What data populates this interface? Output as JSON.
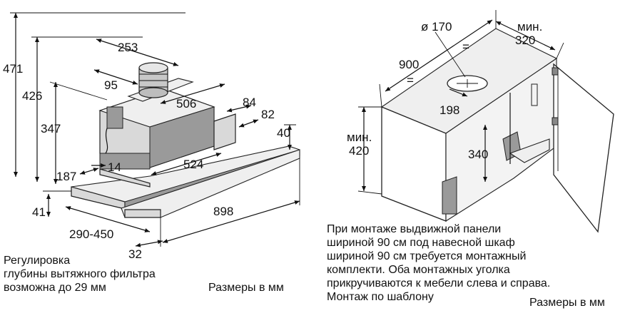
{
  "left": {
    "dims": {
      "d471": "471",
      "d426": "426",
      "d347": "347",
      "d253": "253",
      "d95": "95",
      "d506": "506",
      "d84": "84",
      "d82": "82",
      "d40": "40",
      "d524": "524",
      "d14": "14",
      "d187": "187",
      "d41": "41",
      "d898": "898",
      "d290": "290-450",
      "d32": "32"
    },
    "caption_lines": [
      "Регулировка",
      "глубины вытяжного фильтра",
      "возможна до 29 мм"
    ],
    "units": "Размеры в мм"
  },
  "right": {
    "dims": {
      "d170": "ø 170",
      "dmin": "мин.",
      "d320": "320",
      "d900": "900",
      "d198": "198",
      "dmin2": "мин.",
      "d420": "420",
      "d340": "340",
      "eq1": "=",
      "eq2": "="
    },
    "caption_lines": [
      "При монтаже выдвижной панели",
      "шириной 90 см под навесной шкаф",
      "шириной 90 см требуется монтажный",
      "комплекти. Оба монтажных уголка",
      "прикручиваются к мебели слева и справа.",
      "Монтаж по шаблону"
    ],
    "units": "Размеры в мм"
  }
}
